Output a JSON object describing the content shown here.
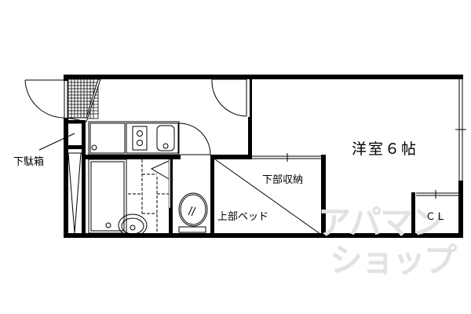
{
  "floorplan": {
    "rooms": {
      "main_room": "洋室６帖",
      "closet": "ＣＬ",
      "lower_storage": "下部収納",
      "upper_bed": "上部ベッド",
      "shoe_box": "下駄箱"
    },
    "watermark": {
      "line1": "アパマン",
      "line2": "ショップ"
    }
  }
}
